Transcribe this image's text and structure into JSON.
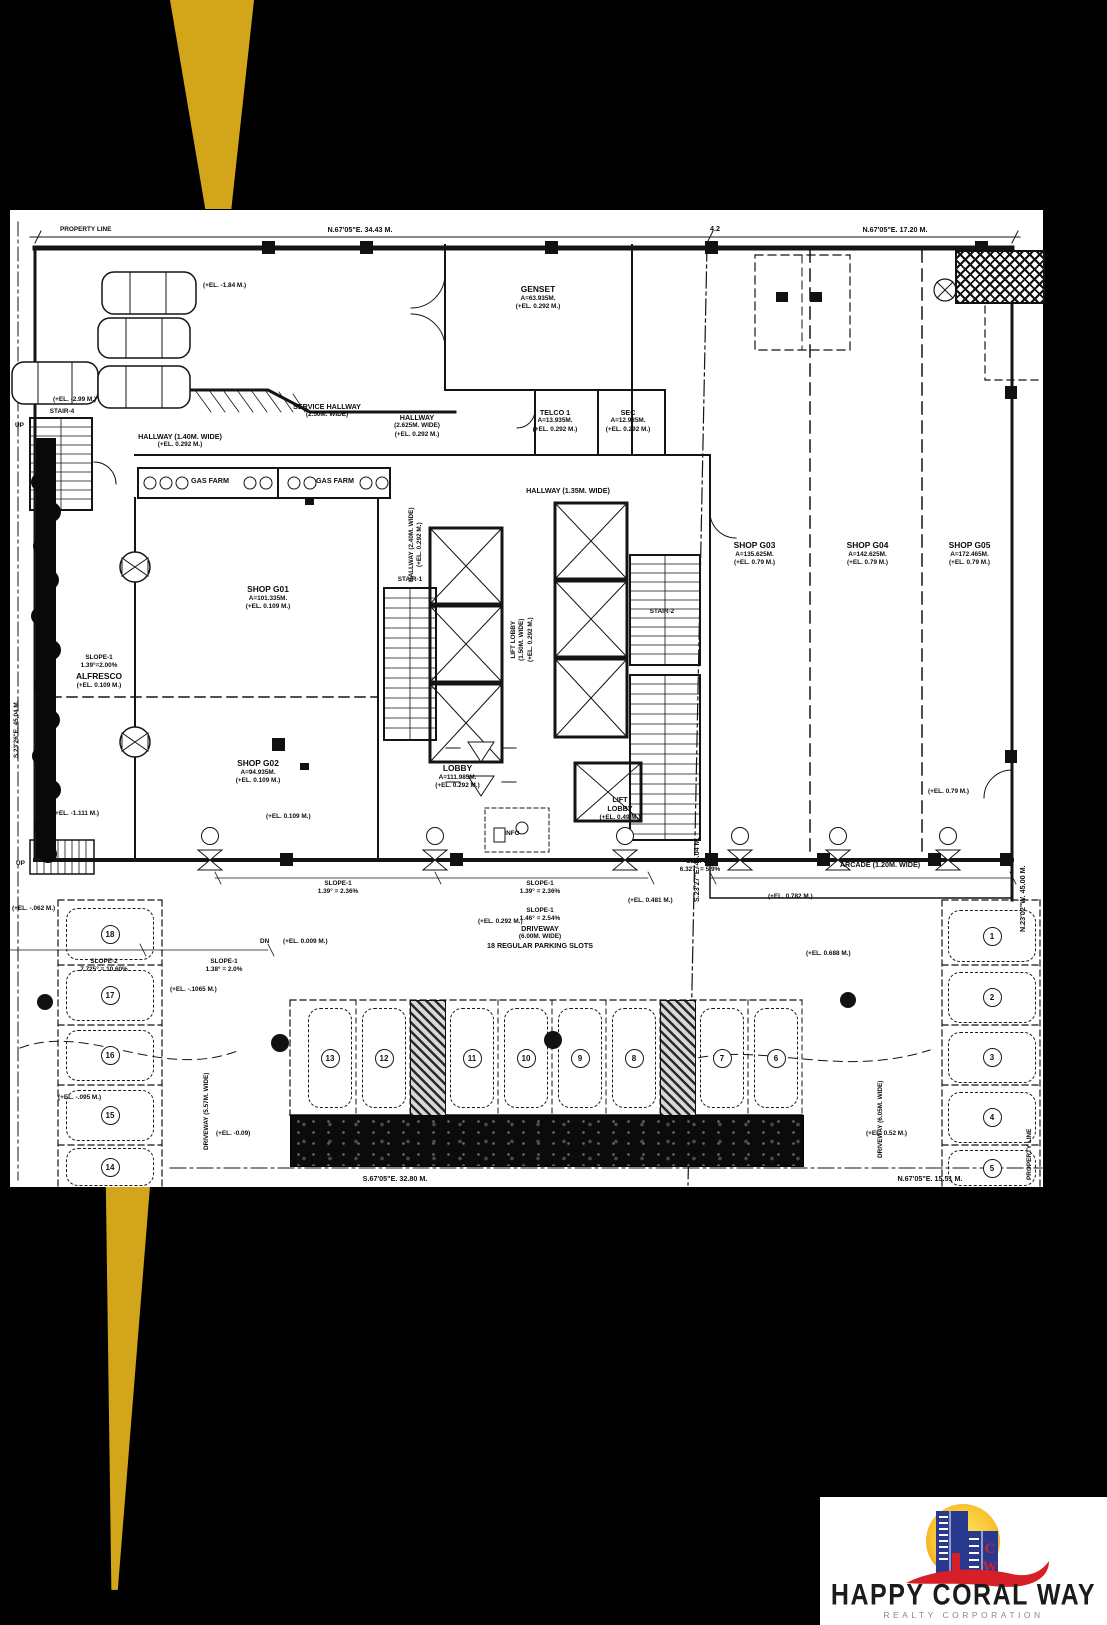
{
  "colors": {
    "gold": "#D2A51B",
    "paper": "#FFFFFF",
    "ink": "#111111",
    "logo_red": "#D61F26",
    "logo_blue": "#2A3990",
    "logo_yellow": "#F7C531",
    "logo_gray": "#8A8A8A"
  },
  "survey": {
    "property_line": "PROPERTY LINE",
    "dim_top": "N.67'05\"E. 34.43 M.",
    "grid_mark": "4.2",
    "dim_top_right": "N.67'05\"E. 17.20 M.",
    "dim_bottom": "S.67'05\"E. 32.80 M.",
    "dim_bottom_right": "N.67'05\"E. 15.51 M.",
    "dim_mid_vertical": "S.23'27\"E. 45.04 M.",
    "dim_right_vertical": "N.23'02\"W. 45.00 M.",
    "dim_left_vertical": "S.23'26\"E. 45.04 M.",
    "property_line_vertical": "PROPERTY LINE"
  },
  "rooms": {
    "genset": {
      "name": "GENSET",
      "area": "A=63.935M.",
      "el": "(+EL. 0.292 M.)"
    },
    "telco": {
      "name": "TELCO 1",
      "area": "A=13.935M.",
      "el": "(+EL. 0.292 M.)"
    },
    "sec": {
      "name": "SEC",
      "area": "A=12.935M.",
      "el": "(+EL. 0.292 M.)"
    },
    "shop_g01": {
      "name": "SHOP G01",
      "area": "A=101.335M.",
      "el": "(+EL. 0.109 M.)"
    },
    "shop_g02": {
      "name": "SHOP G02",
      "area": "A=94.935M.",
      "el": "(+EL. 0.109 M.)"
    },
    "shop_g03": {
      "name": "SHOP G03",
      "area": "A=135.625M.",
      "el": "(+EL. 0.79 M.)"
    },
    "shop_g04": {
      "name": "SHOP G04",
      "area": "A=142.625M.",
      "el": "(+EL. 0.79 M.)"
    },
    "shop_g05": {
      "name": "SHOP G05",
      "area": "A=172.465M.",
      "el": "(+EL. 0.79 M.)"
    },
    "lobby": {
      "name": "LOBBY",
      "area": "A=111.985M.",
      "el": "(+EL. 0.292 M.)"
    },
    "lift_lobby": {
      "name1": "LIFT",
      "name2": "LOBBY",
      "el": "(+EL. 0.49 M.)"
    },
    "alfresco": {
      "slope": "SLOPE-1",
      "slope_val": "1.39°=2.00%",
      "name": "ALFRESCO",
      "el": "(+EL. 0.109 M.)"
    }
  },
  "halls": {
    "service1": "SERVICE HALLWAY",
    "service2": "(2.50M. WIDE)",
    "h140_1": "HALLWAY (1.40M. WIDE)",
    "h140_2": "(+EL. 0.292 M.)",
    "h2625_1": "HALLWAY",
    "h2625_2": "(2.625M. WIDE)",
    "h2625_3": "(+EL. 0.292 M.)",
    "h135": "HALLWAY (1.35M. WIDE)",
    "h240_1": "HALLWAY (2.40M. WIDE)",
    "h240_2": "(+EL. 0.292 M.)",
    "liftv_1": "LIFT LOBBY",
    "liftv_2": "(1.50M. WIDE)",
    "liftv_3": "(+EL. 0.292 M.)",
    "gas_farm_1": "GAS FARM",
    "gas_farm_2": "GAS FARM",
    "arcade": "ARCADE (1.20M. WIDE)",
    "info": "INFO",
    "stair1": "STAIR-1",
    "stair2": "STAIR-2",
    "stair4": "STAIR-4",
    "up": "UP",
    "dn": "DN"
  },
  "driveway": {
    "slope": "SLOPE-1",
    "slope_val": "1.46° = 2.54%",
    "name": "DRIVEWAY",
    "width": "(6.00M. WIDE)",
    "slots": "18 REGULAR PARKING SLOTS",
    "left": "DRIVEWAY (5.57M. WIDE)",
    "right": "DRIVEWAY (6.05M. WIDE)"
  },
  "slopes": {
    "a1": "SLOPE-1",
    "a2": "1.39° = 2.36%",
    "b1": "SLOPE-1",
    "b2": "6.327° = 5.9%",
    "c1": "SLOPE-2",
    "c2": "7.725° = 10.60%",
    "d1": "SLOPE-1",
    "d2": "1.38° = 2.0%"
  },
  "elev": {
    "m184": "(+EL. -1.84 M.)",
    "m299": "(+EL. -2.99 M.)",
    "p0292": "(+EL. 0.292 M.)",
    "p0109": "(+EL. 0.109 M.)",
    "m1111": "(+EL. -1.111 M.)",
    "p0481": "(+EL. 0.481 M.)",
    "p0782": "(+EL. 0.782 M.)",
    "p079": "(+EL. 0.79 M.)",
    "p0688": "(+EL. 0.688 M.)",
    "p0009": "(+EL. 0.009 M.)",
    "m062": "(+EL. -.062 M.)",
    "m1065": "(+EL. -.1065 M.)",
    "m095": "(+EL. -.095 M.)",
    "m009": "(+EL. -0.09)",
    "p052": "(+EL. 0.52 M.)"
  },
  "parking": {
    "left": [
      "18",
      "17",
      "16",
      "15",
      "14"
    ],
    "center": [
      "13",
      "12",
      "11",
      "10",
      "9",
      "8",
      "7",
      "6"
    ],
    "right": [
      "1",
      "2",
      "3",
      "4",
      "5"
    ]
  },
  "logo": {
    "title": "HAPPY CORAL WAY",
    "subtitle": "REALTY CORPORATION",
    "mono_top": "C",
    "mono_bottom": "W"
  }
}
